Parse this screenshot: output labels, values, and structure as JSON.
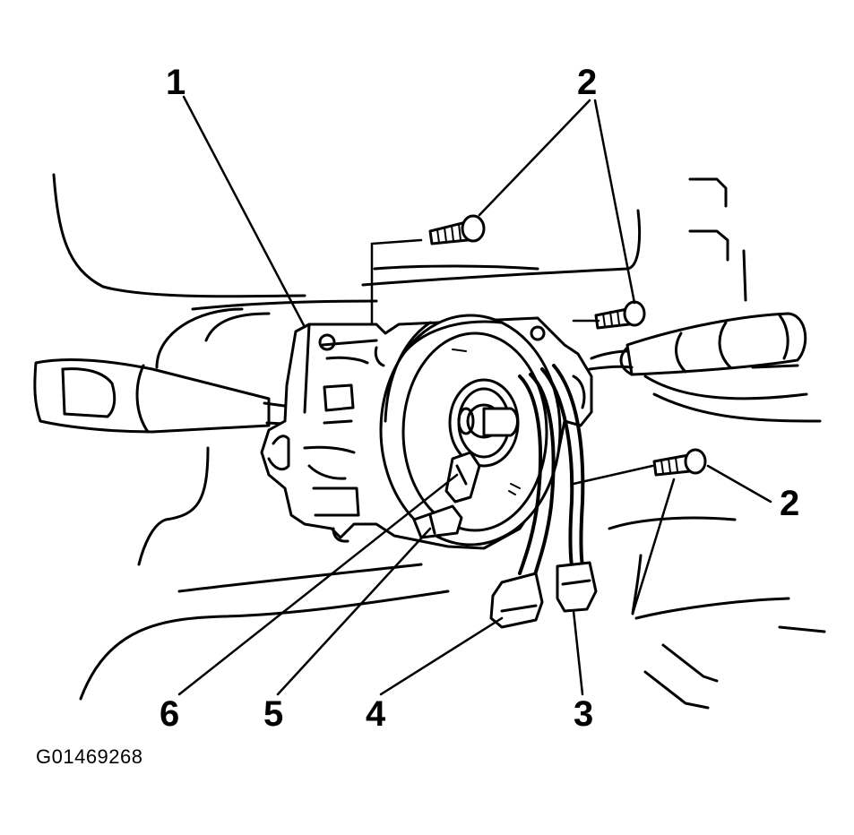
{
  "callouts": {
    "c1": "1",
    "c2_top": "2",
    "c2_right": "2",
    "c3": "3",
    "c4": "4",
    "c5": "5",
    "c6": "6"
  },
  "figure_id": "G01469268"
}
